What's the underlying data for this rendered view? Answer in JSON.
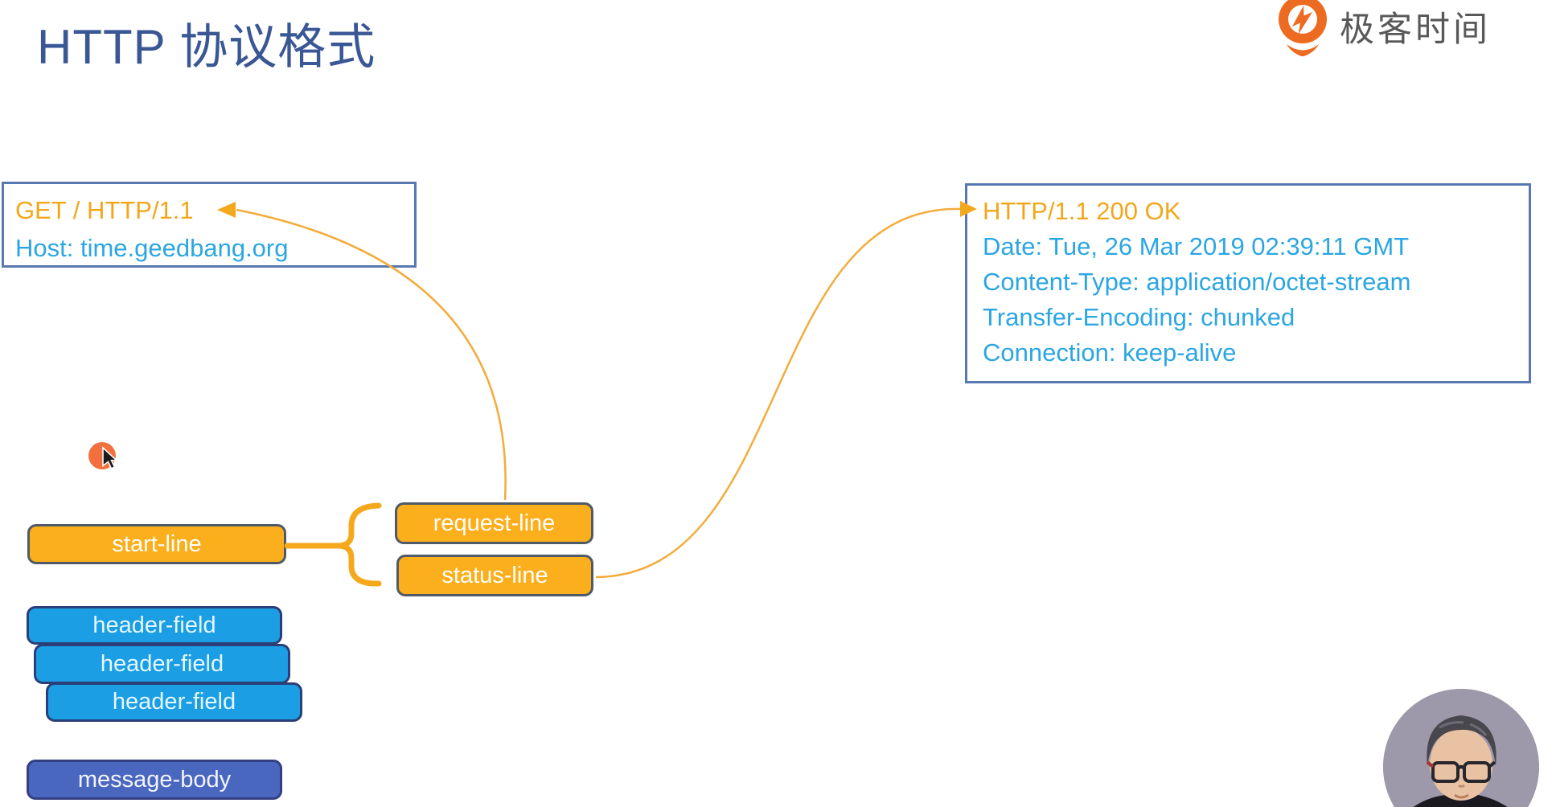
{
  "header": {
    "title": "HTTP 协议格式"
  },
  "brand": {
    "name": "极客时间"
  },
  "request_box": {
    "lines": [
      "GET / HTTP/1.1",
      "Host: time.geedbang.org"
    ]
  },
  "response_box": {
    "lines": [
      "HTTP/1.1 200 OK",
      "Date: Tue, 26 Mar 2019 02:39:11 GMT",
      "Content-Type: application/octet-stream",
      "Transfer-Encoding: chunked",
      "Connection: keep-alive"
    ]
  },
  "diagram": {
    "start_line_label": "start-line",
    "request_line_label": "request-line",
    "status_line_label": "status-line",
    "header_field_labels": [
      "header-field",
      "header-field",
      "header-field"
    ],
    "message_body_label": "message-body"
  },
  "colors": {
    "title_blue": "#3A5795",
    "http_line_orange": "#F2A71B",
    "header_text_blue": "#2BA6E3",
    "info_box_border": "#5878B0",
    "node_orange_fill": "#FBAF1C",
    "node_header_field_fill": "#1B9EE4",
    "node_message_body_fill": "#4A67BF",
    "arrow_orange": "#F3AC3C",
    "brace_orange": "#F6A81C",
    "brand_orange": "#ED6A21",
    "brand_text_gray": "#595757",
    "cursor_highlight_orange": "#F2703E",
    "webcam_background": "#9E99AA"
  }
}
